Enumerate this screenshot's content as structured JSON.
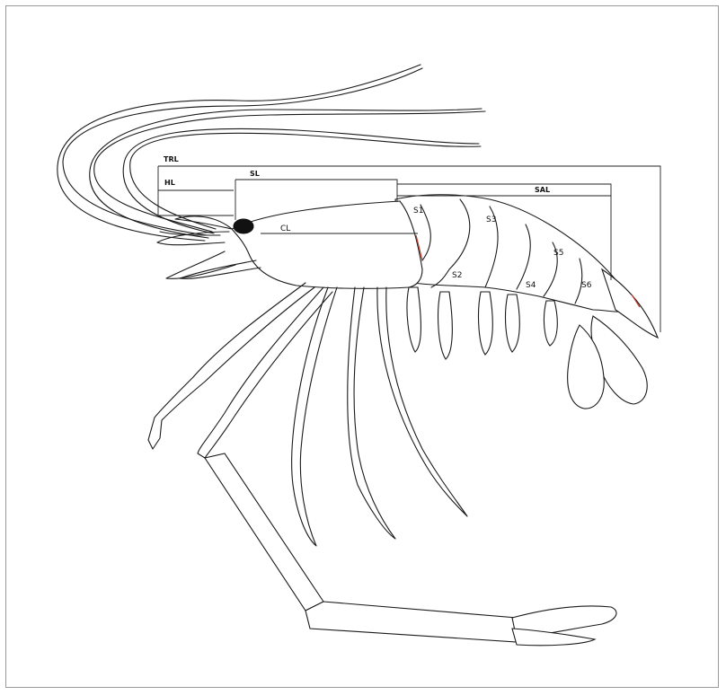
{
  "measurements": [
    {
      "id": "trl",
      "label": "TRL"
    },
    {
      "id": "hl",
      "label": "HL"
    },
    {
      "id": "sl",
      "label": "SL"
    },
    {
      "id": "cl",
      "label": "CL"
    },
    {
      "id": "sal",
      "label": "SAL"
    }
  ],
  "segments": [
    "S1",
    "S2",
    "S3",
    "S4",
    "S5",
    "S6"
  ],
  "colors": {
    "line": "#1a1a1a",
    "accent": "#c0392b"
  }
}
